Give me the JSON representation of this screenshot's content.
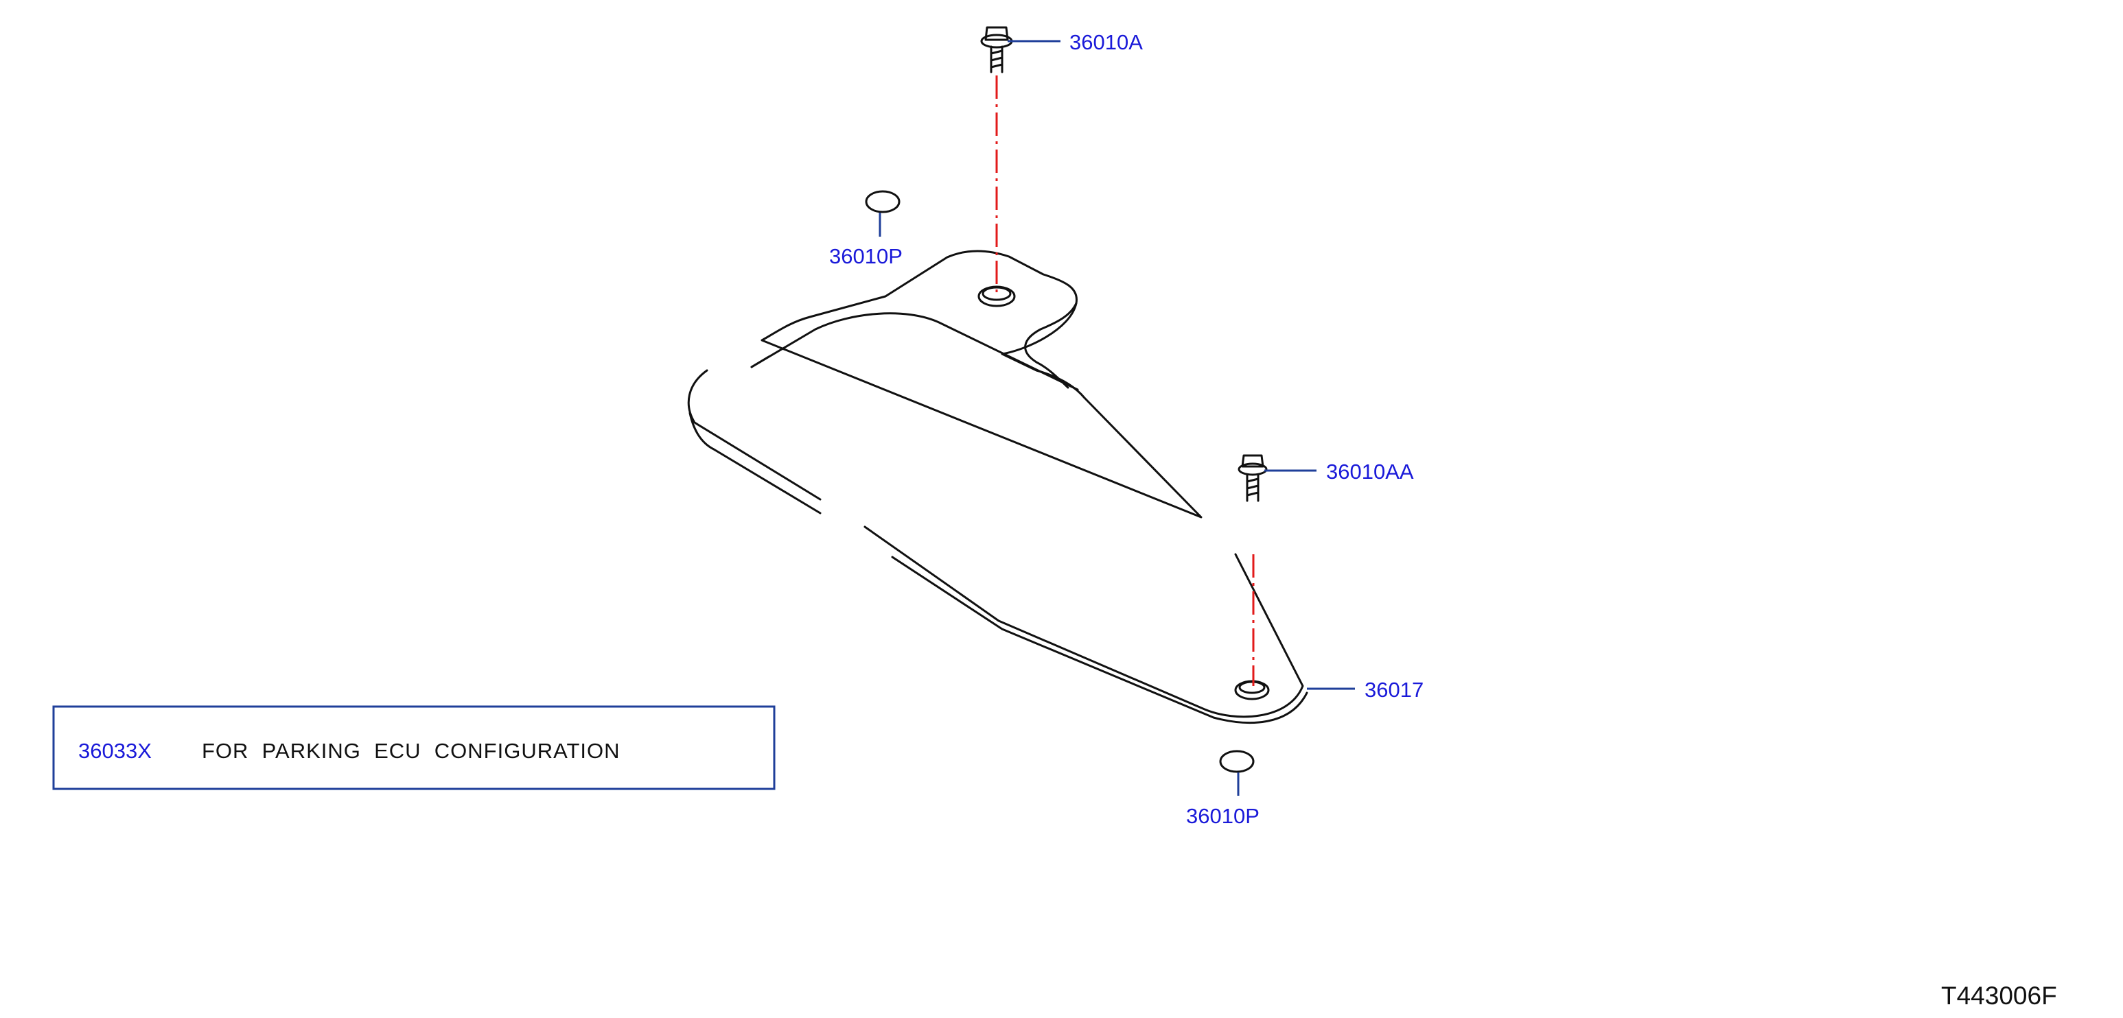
{
  "diagram": {
    "reference_code": "T443006F",
    "parts": {
      "bolt_upper": "36010A",
      "bolt_lower": "36010AA",
      "grommet_upper": "36010P",
      "grommet_lower": "36010P",
      "bracket": "36017"
    },
    "note": {
      "part": "36033X",
      "text": "FOR  PARKING  ECU  CONFIGURATION"
    },
    "colors": {
      "label": "#1a1ad9",
      "leader": "#1f3f9a",
      "centerline": "#e21a1a",
      "outline": "#111111"
    }
  }
}
